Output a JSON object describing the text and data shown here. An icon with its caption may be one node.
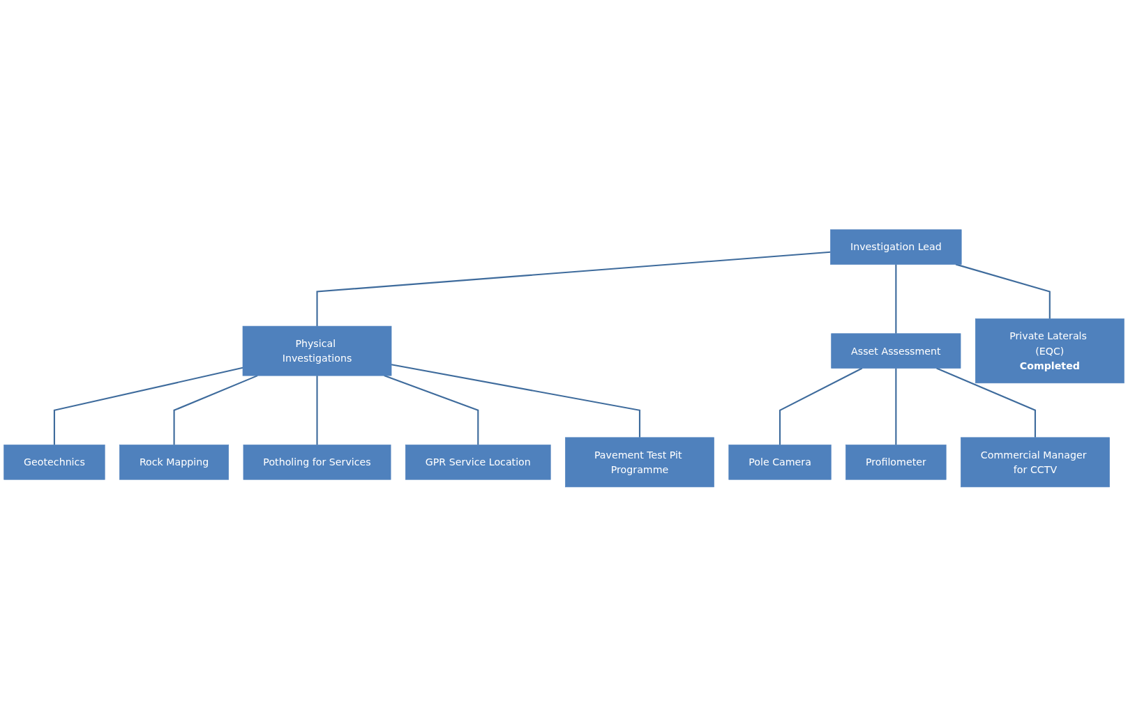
{
  "diagram": {
    "nodes": [
      {
        "text": [
          "Investigation Lead"
        ]
      },
      {
        "text": [
          "Physical Investigations"
        ]
      },
      {
        "text": [
          "Asset Assessment"
        ]
      },
      {
        "text": [
          "Private Laterals (EQC)",
          "Completed"
        ]
      },
      {
        "text": [
          "Geotechnics"
        ]
      },
      {
        "text": [
          "Rock Mapping"
        ]
      },
      {
        "text": [
          "Potholing for Services"
        ]
      },
      {
        "text": [
          "GPR Service Location"
        ]
      },
      {
        "text": [
          "Pavement Test Pit Programme"
        ]
      },
      {
        "text": [
          "Pole Camera"
        ]
      },
      {
        "text": [
          "Profilometer"
        ]
      },
      {
        "text": [
          "Commercial Manager for CCTV"
        ]
      }
    ],
    "edges": [
      {
        "from": 0,
        "to": 1,
        "arrow": "none"
      },
      {
        "from": 0,
        "to": 2,
        "arrow": "none"
      },
      {
        "from": 0,
        "to": 3,
        "arrow": "none"
      },
      {
        "from": 1,
        "to": 4,
        "arrow": "none"
      },
      {
        "from": 1,
        "to": 5,
        "arrow": "none"
      },
      {
        "from": 1,
        "to": 6,
        "arrow": "none"
      },
      {
        "from": 1,
        "to": 7,
        "arrow": "none"
      },
      {
        "from": 1,
        "to": 8,
        "arrow": "none"
      },
      {
        "from": 2,
        "to": 9,
        "arrow": "none"
      },
      {
        "from": 2,
        "to": 10,
        "arrow": "none"
      },
      {
        "from": 2,
        "to": 11,
        "arrow": "none"
      }
    ]
  }
}
